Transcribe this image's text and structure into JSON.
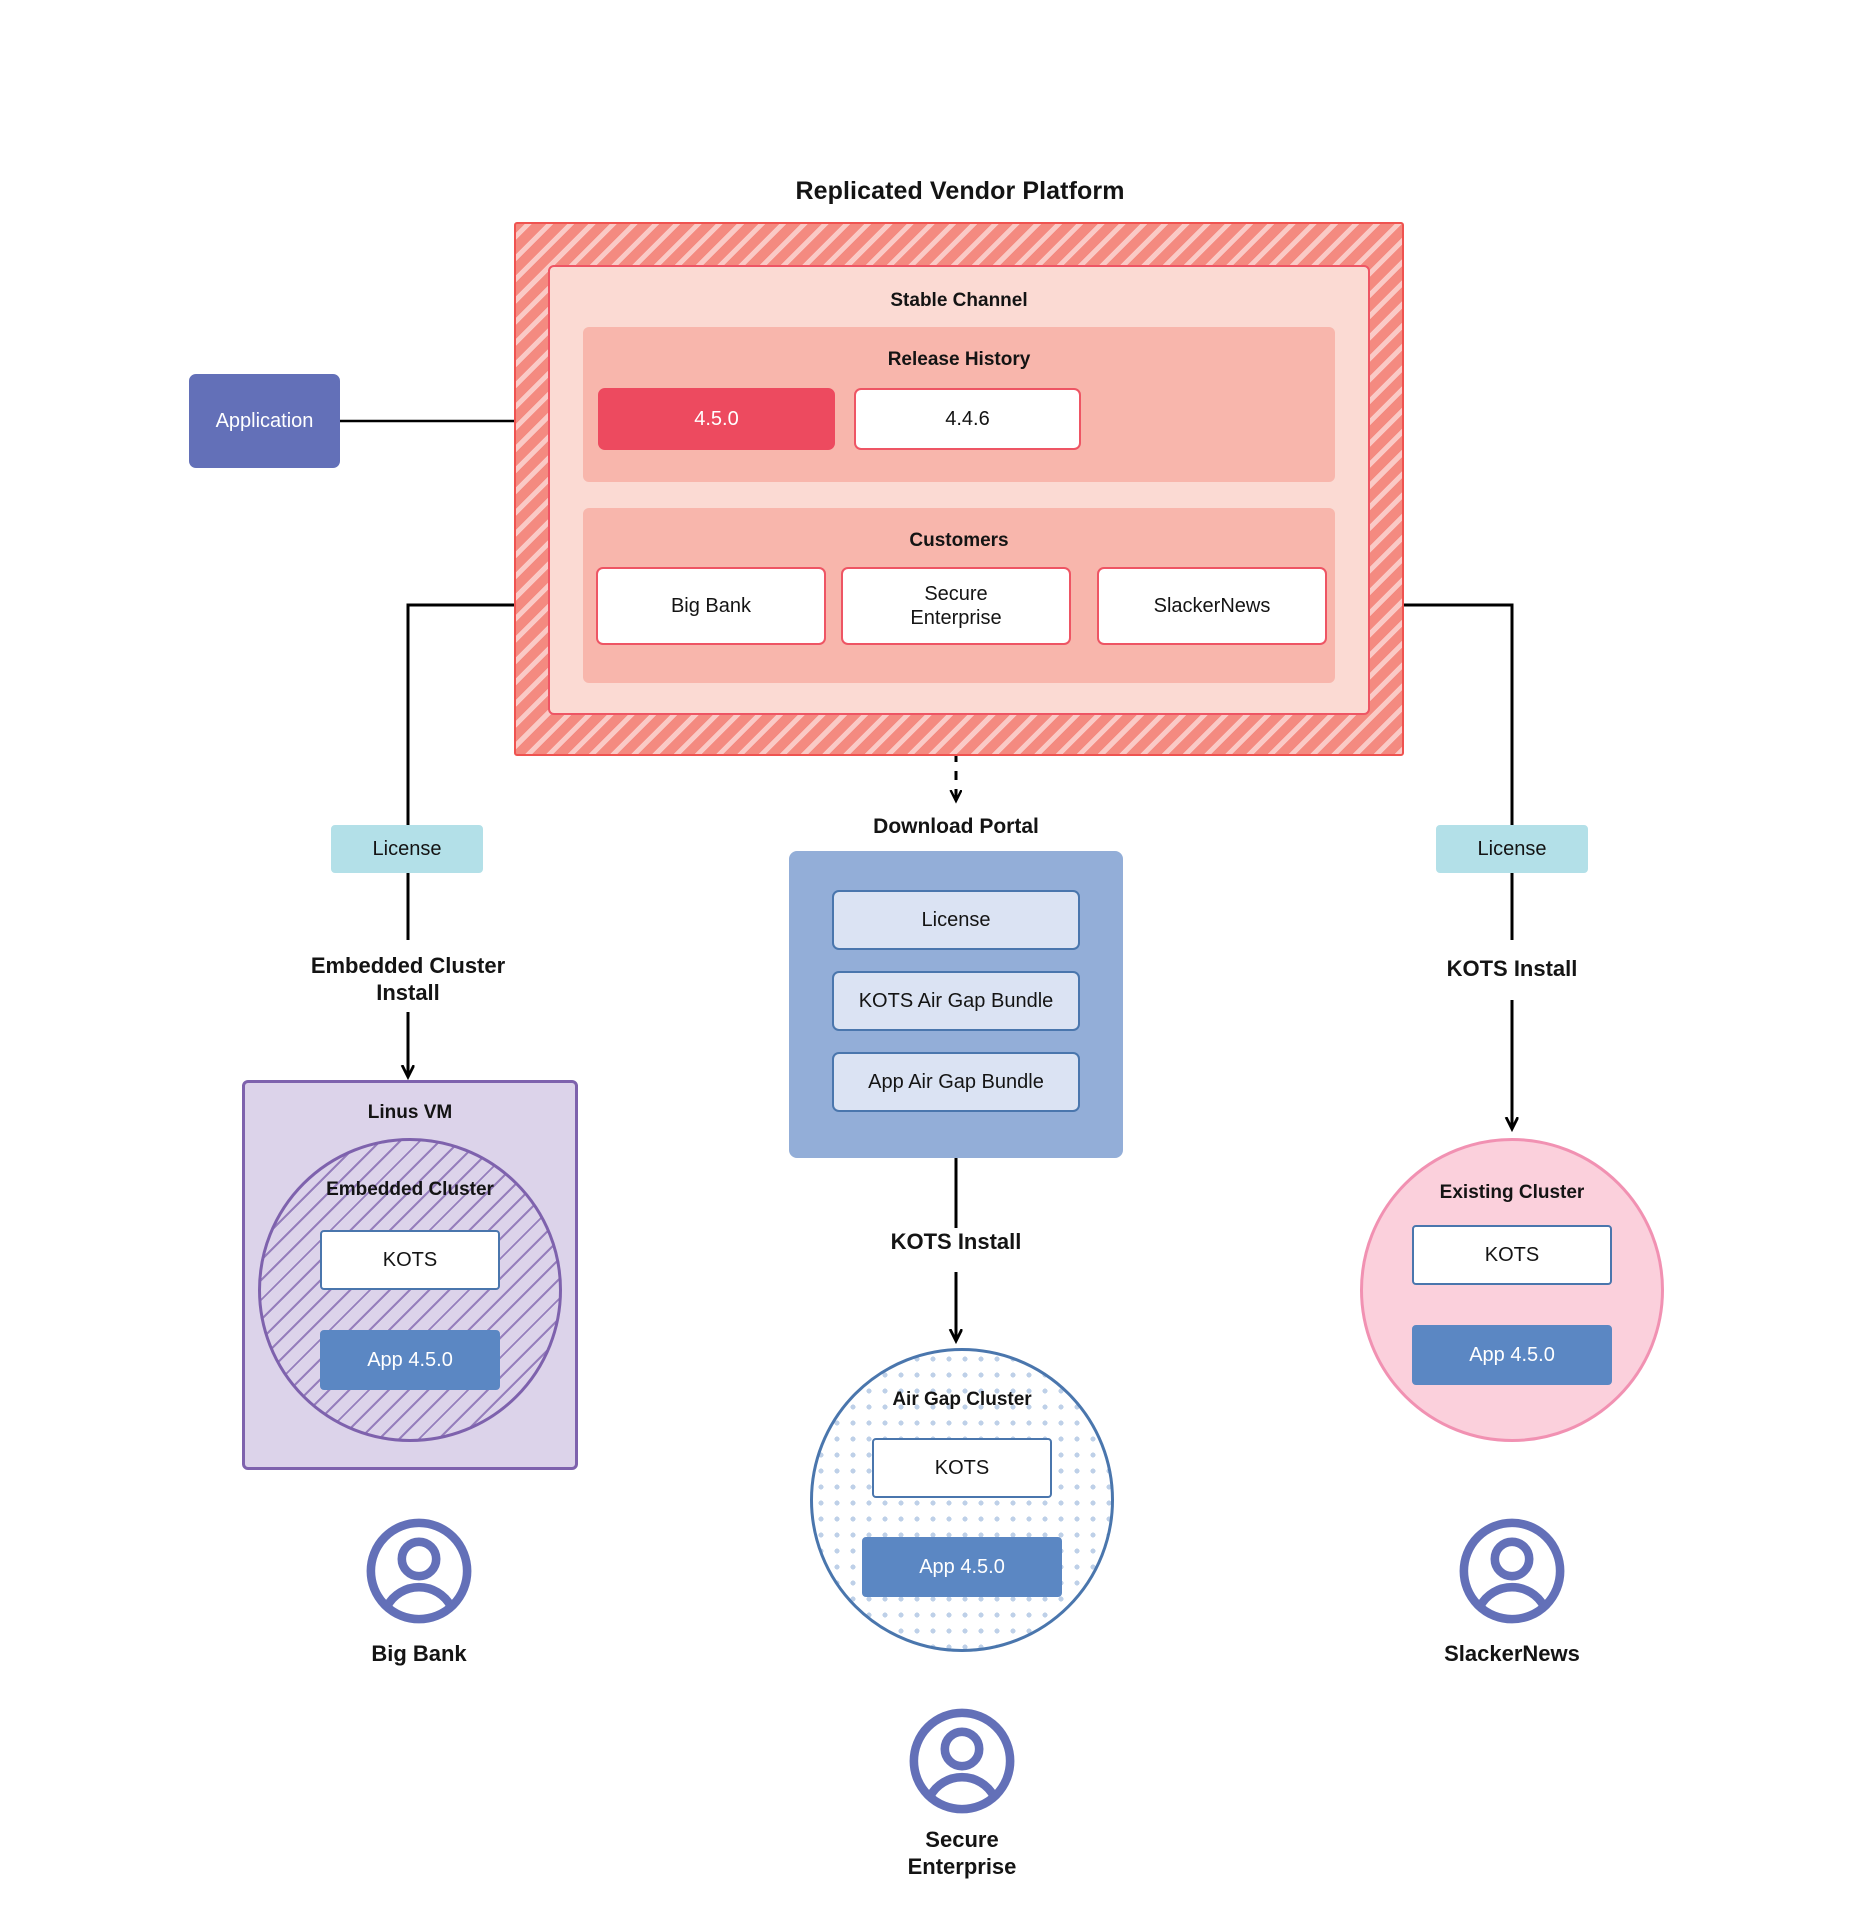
{
  "diagram": {
    "title": "Replicated Vendor Platform",
    "platform": {
      "channel_title": "Stable Channel",
      "release_history_title": "Release History",
      "releases": [
        {
          "version": "4.5.0",
          "state": "active"
        },
        {
          "version": "4.4.6",
          "state": "inactive"
        }
      ],
      "customers_title": "Customers",
      "customers": [
        {
          "name": "Big Bank"
        },
        {
          "name": "Secure\nEnterprise",
          "line1": "Secure",
          "line2": "Enterprise"
        },
        {
          "name": "SlackerNews"
        }
      ]
    },
    "application_box": {
      "label": "Application"
    },
    "left_branch": {
      "license_label": "License",
      "install_label_line1": "Embedded Cluster",
      "install_label_line2": "Install",
      "vm_label": "Linus VM",
      "cluster_label": "Embedded Cluster",
      "kots_label": "KOTS",
      "app_label": "App 4.5.0",
      "customer_label": "Big Bank"
    },
    "middle_branch": {
      "portal_title": "Download  Portal",
      "portal_items": [
        {
          "label": "License"
        },
        {
          "label": "KOTS Air Gap Bundle"
        },
        {
          "label": "App Air Gap Bundle"
        }
      ],
      "install_label": "KOTS Install",
      "cluster_label": "Air Gap Cluster",
      "kots_label": "KOTS",
      "app_label": "App 4.5.0",
      "customer_label_line1": "Secure",
      "customer_label_line2": "Enterprise"
    },
    "right_branch": {
      "license_label": "License",
      "install_label": "KOTS Install",
      "cluster_label": "Existing Cluster",
      "kots_label": "KOTS",
      "app_label": "App 4.5.0",
      "customer_label": "SlackerNews"
    },
    "icons": {
      "avatar": "user-avatar-icon"
    },
    "colors": {
      "platform_hatch": "#f48a80",
      "platform_border": "#ef5350",
      "channel_fill": "#fbdad3",
      "band_fill": "#f8b6ac",
      "release_active": "#ed4a5f",
      "application_fill": "#6370b8",
      "license_fill": "#b3e0e8",
      "portal_fill": "#93aed8",
      "portal_item_fill": "#dbe3f3",
      "vm_fill": "#dcd3ea",
      "vm_border": "#7e62ad",
      "airgap_border": "#4a76ad",
      "existing_fill": "#fbd0dc",
      "existing_border": "#f191b2",
      "app_version_fill": "#5b87c3",
      "avatar_color": "#6370b8",
      "connector": "#000000"
    }
  }
}
